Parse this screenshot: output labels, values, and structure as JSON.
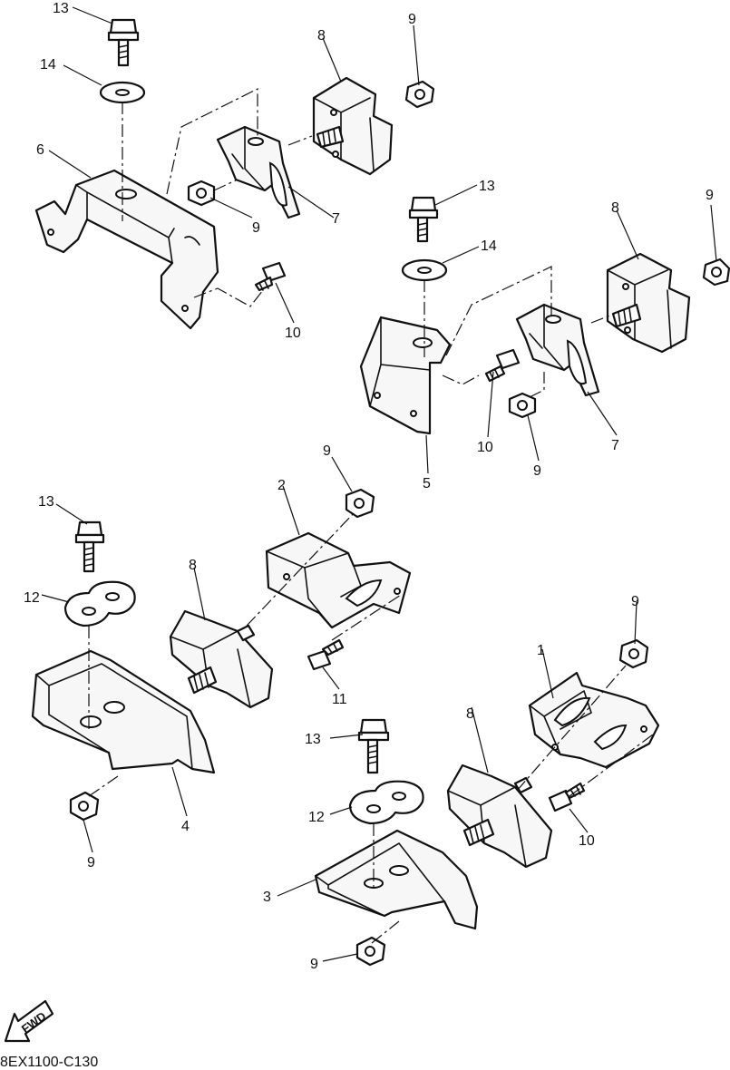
{
  "drawing_code": "8EX1100-C130",
  "fwd_label": "FWD",
  "callouts": {
    "c13a": "13",
    "c14a": "14",
    "c6": "6",
    "c8a": "8",
    "c9a": "9",
    "c9b": "9",
    "c7a": "7",
    "c10a": "10",
    "c13b": "13",
    "c14b": "14",
    "c8b": "8",
    "c9c": "9",
    "c10b": "10",
    "c9d": "9",
    "c7b": "7",
    "c5": "5",
    "c9e": "9",
    "c2": "2",
    "c13c": "13",
    "c12a": "12",
    "c8c": "8",
    "c11": "11",
    "c4": "4",
    "c9f": "9",
    "c9g": "9",
    "c1": "1",
    "c8d": "8",
    "c13d": "13",
    "c12b": "12",
    "c10c": "10",
    "c3": "3",
    "c9h": "9"
  }
}
